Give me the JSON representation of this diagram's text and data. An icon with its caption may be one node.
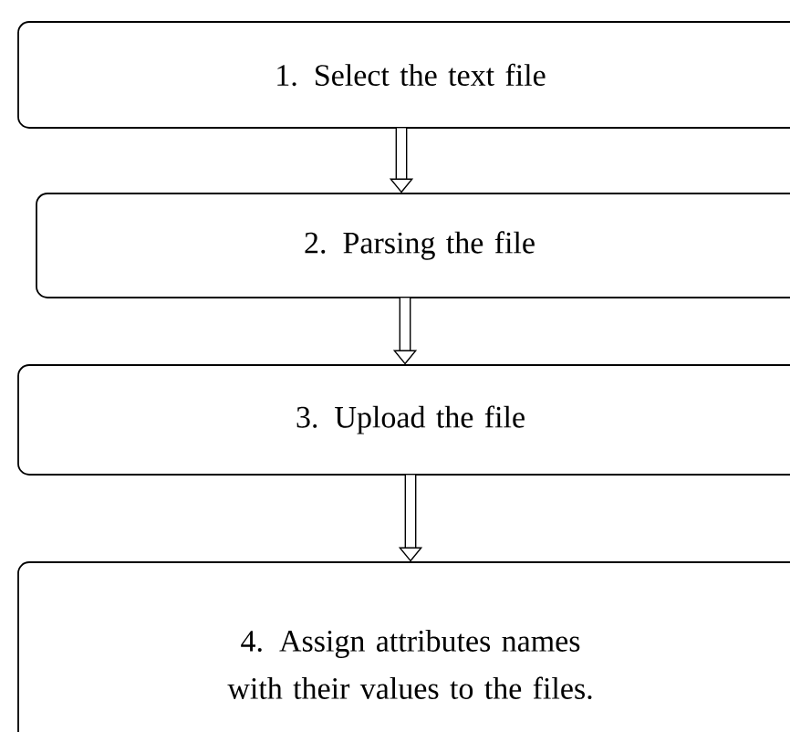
{
  "diagram": {
    "nodes": [
      {
        "text": [
          "1. Select the text file"
        ]
      },
      {
        "text": [
          "2. Parsing the file"
        ]
      },
      {
        "text": [
          "3. Upload the file"
        ]
      },
      {
        "text": [
          "4. Assign attributes names with their values to the files."
        ]
      }
    ],
    "edges": [
      {
        "from": 0,
        "to": 1,
        "arrow": "to"
      },
      {
        "from": 1,
        "to": 2,
        "arrow": "to"
      },
      {
        "from": 2,
        "to": 3,
        "arrow": "to"
      }
    ]
  }
}
